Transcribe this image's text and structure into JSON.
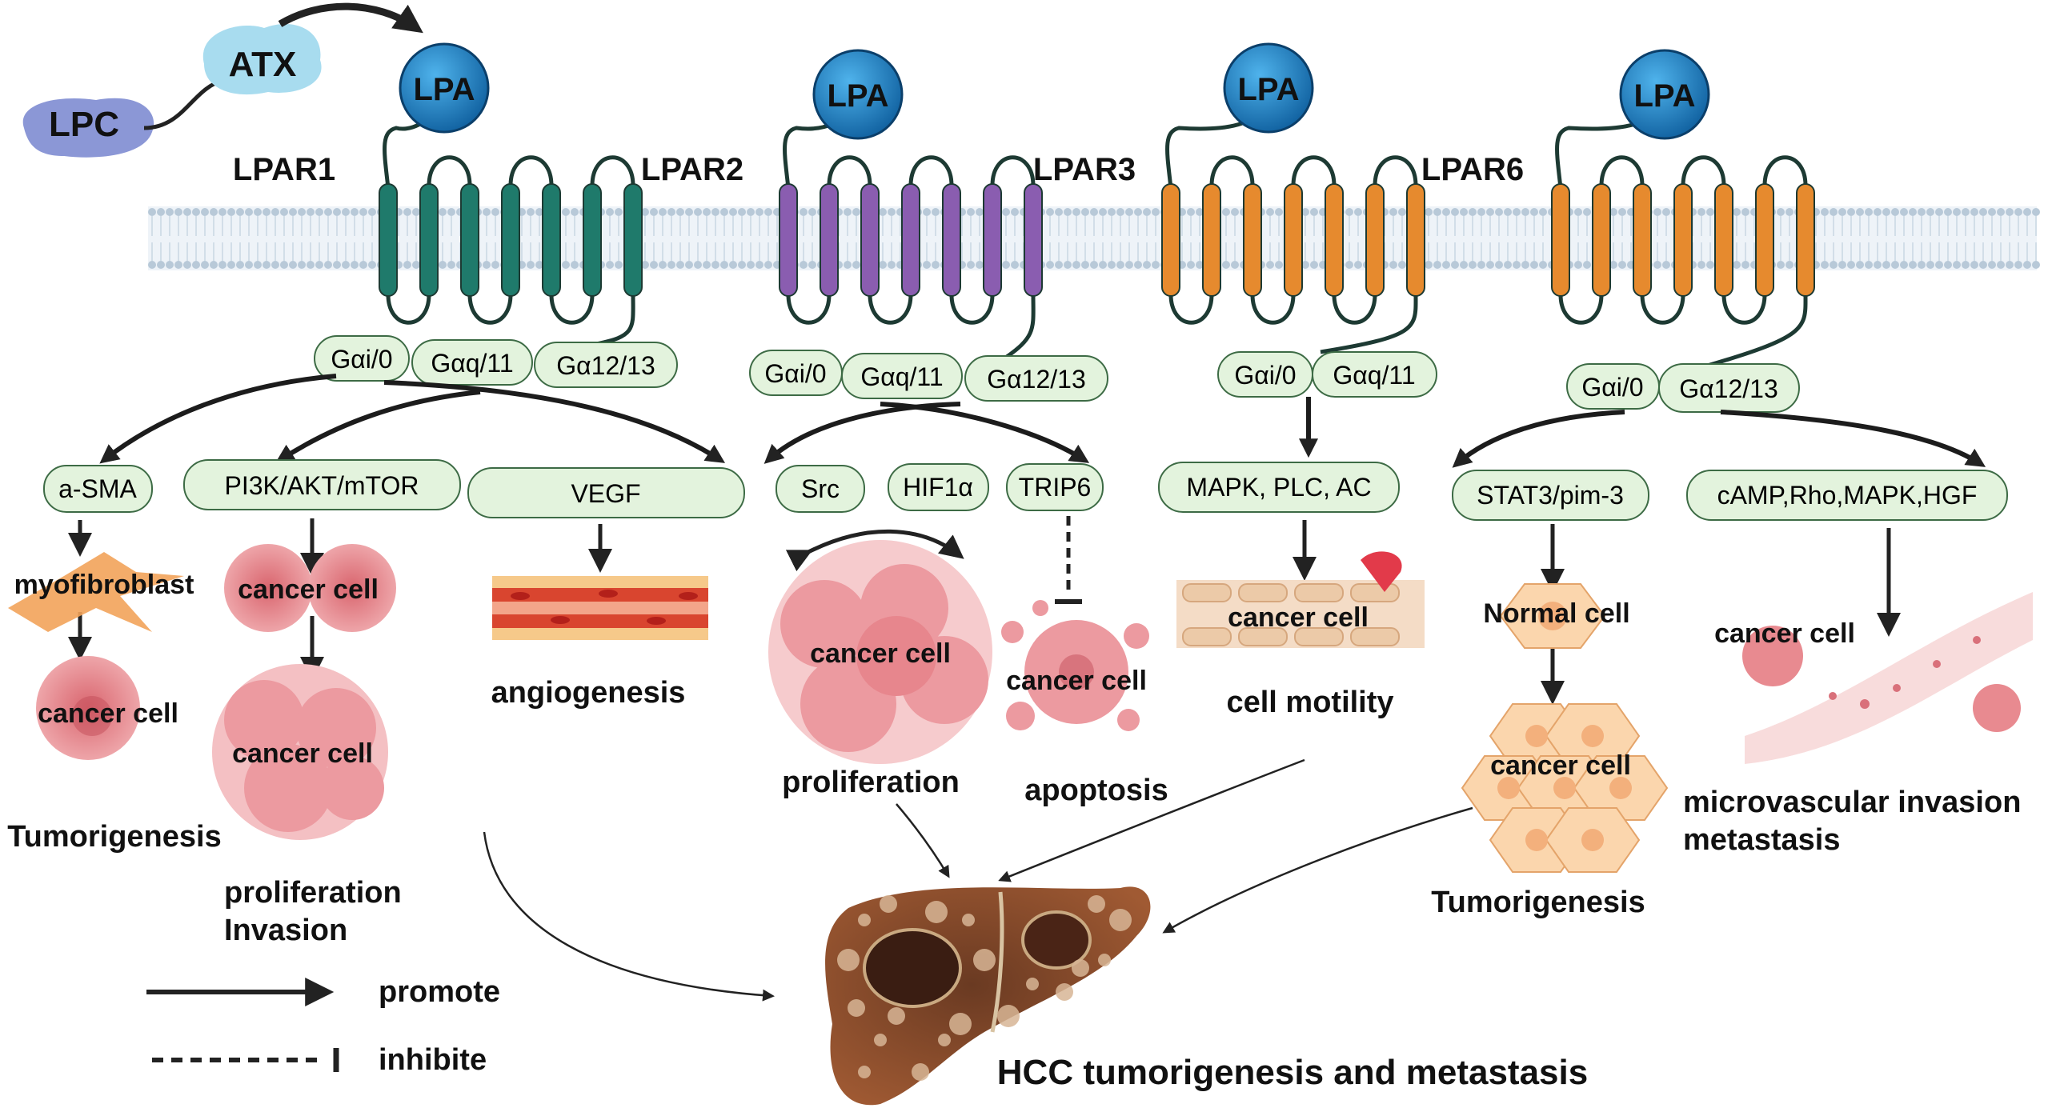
{
  "colors": {
    "lpar1": "#1f7a6b",
    "lpar2": "#8a5db0",
    "lpar3": "#e68a2e",
    "lpar6": "#e68a2e",
    "lpa": "#1e7fc2",
    "box_fill": "#e3f3dd",
    "box_stroke": "#3d6b45",
    "membrane": "#b8c9d8",
    "cancer": "#e7868d",
    "liver": "#8a4a2a"
  },
  "top": {
    "lpc": "LPC",
    "atx": "ATX"
  },
  "lpa_label": "LPA",
  "receptors": [
    "LPAR1",
    "LPAR2",
    "LPAR3",
    "LPAR6"
  ],
  "gproteins": {
    "r1": [
      "Gαi/0",
      "Gαq/11",
      "Gα12/13"
    ],
    "r2": [
      "Gαi/0",
      "Gαq/11",
      "Gα12/13"
    ],
    "r3": [
      "Gαi/0",
      "Gαq/11"
    ],
    "r6": [
      "Gαi/0",
      "Gα12/13"
    ]
  },
  "effectors": {
    "asma": "a-SMA",
    "pi3k": "PI3K/AKT/mTOR",
    "vegf": "VEGF",
    "src": "Src",
    "hif": "HIF1α",
    "trip6": "TRIP6",
    "mapk": "MAPK, PLC, AC",
    "stat3": "STAT3/pim-3",
    "camp": "cAMP,Rho,MAPK,HGF"
  },
  "cells": {
    "myofibroblast": "myofibroblast",
    "cancer_cell": "cancer cell",
    "normal_cell": "Normal cell"
  },
  "outcomes": {
    "tumorigenesis1": "Tumorigenesis",
    "prolif_invasion_1": "proliferation",
    "prolif_invasion_2": "Invasion",
    "angiogenesis": "angiogenesis",
    "proliferation": "proliferation",
    "apoptosis": "apoptosis",
    "cell_motility": "cell motility",
    "tumorigenesis2": "Tumorigenesis",
    "mvi_1": "microvascular invasion",
    "mvi_2": "metastasis"
  },
  "legend": {
    "promote": "promote",
    "inhibit": "inhibite"
  },
  "final": "HCC tumorigenesis and metastasis"
}
